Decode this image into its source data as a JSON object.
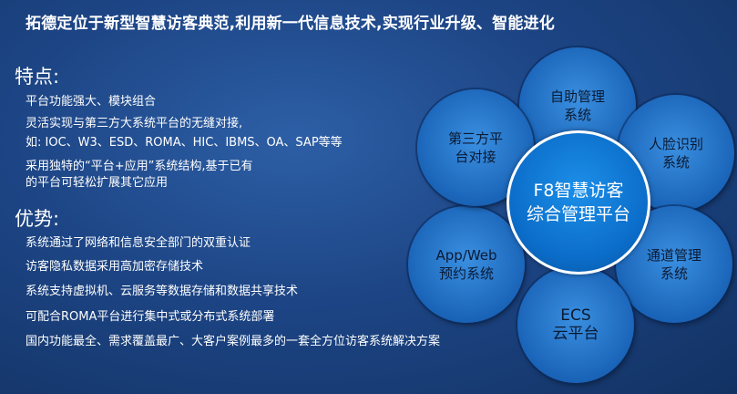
{
  "title": "拓德定位于新型智慧访客典范,利用新一代信息技术,实现行业升级、智能进化",
  "features": {
    "heading": "特点:",
    "lines": [
      "平台功能强大、模块组合",
      "灵活实现与第三方大系统平台的无缝对接,",
      "如:  IOC、W3、ESD、ROMA、HIC、IBMS、OA、SAP等等",
      "采用独特的“平台+应用”系统结构,基于已有",
      "的平台可轻松扩展其它应用"
    ]
  },
  "advantages": {
    "heading": "优势:",
    "lines": [
      "系统通过了网络和信息安全部门的双重认证",
      "访客隐私数据采用高加密存储技术",
      "系统支持虚拟机、云服务等数据存储和数据共享技术",
      "可配合ROMA平台进行集中式或分布式系统部署",
      "国内功能最全、需求覆盖最广、大客户案例最多的一套全方位访客系统解决方案"
    ]
  },
  "diagram": {
    "center": [
      "F8智慧访客",
      "综合管理平台"
    ],
    "petals": [
      [
        "自助管理",
        "系统"
      ],
      [
        "人脸识别",
        "系统"
      ],
      [
        "通道管理",
        "系统"
      ],
      [
        "ECS",
        "云平台"
      ],
      [
        "App/Web",
        "预约系统"
      ],
      [
        "第三方平",
        "台对接"
      ]
    ]
  }
}
